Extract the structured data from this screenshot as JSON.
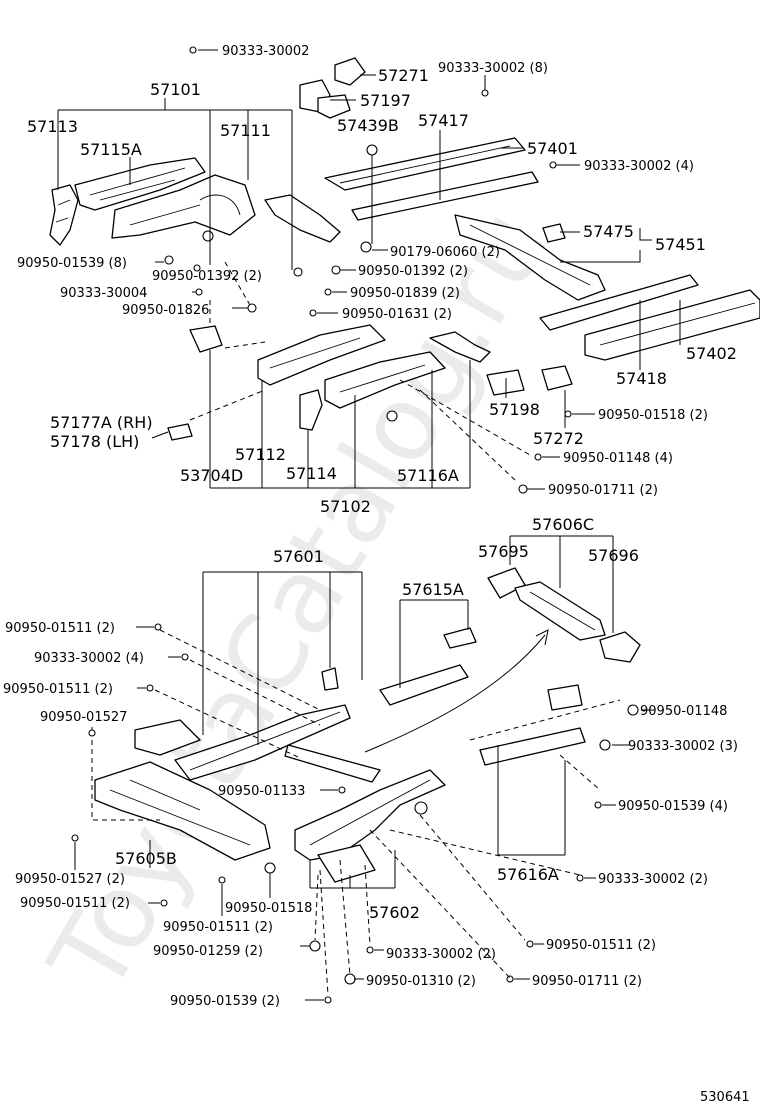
{
  "watermark": "ToyotaCatalog.ru",
  "diagram_id": "530641",
  "labels": {
    "p57101": "57101",
    "p57113": "57113",
    "p57115A": "57115A",
    "p57111": "57111",
    "f90333_30002_top": "90333-30002",
    "p57271": "57271",
    "p57197": "57197",
    "p57439B": "57439B",
    "f90333_30002_8": "90333-30002 (8)",
    "p57417": "57417",
    "p57401": "57401",
    "f90333_30002_4a": "90333-30002 (4)",
    "f90950_01539_8": "90950-01539 (8)",
    "f90950_01392_2a": "90950-01392 (2)",
    "f90333_30004": "90333-30004",
    "f90950_01826": "90950-01826",
    "f90179_06060_2": "90179-06060 (2)",
    "f90950_01392_2b": "90950-01392 (2)",
    "f90950_01839_2": "90950-01839 (2)",
    "f90950_01631_2": "90950-01631 (2)",
    "p57475": "57475",
    "p57451": "57451",
    "p57402": "57402",
    "p57418": "57418",
    "p57177A": "57177A (RH)",
    "p57178": "57178  (LH)",
    "p57112": "57112",
    "p53704D": "53704D",
    "p57114": "57114",
    "p57116A": "57116A",
    "p57102": "57102",
    "p57198": "57198",
    "f90950_01518_2": "90950-01518 (2)",
    "p57272": "57272",
    "f90950_01148_4": "90950-01148 (4)",
    "f90950_01711_2a": "90950-01711 (2)",
    "p57606C": "57606C",
    "p57695": "57695",
    "p57696": "57696",
    "p57601": "57601",
    "p57615A": "57615A",
    "f90950_01511_2a": "90950-01511 (2)",
    "f90333_30002_4b": "90333-30002 (4)",
    "f90950_01511_2b": "90950-01511 (2)",
    "f90950_01527": "90950-01527",
    "f90950_01148": "90950-01148",
    "f90333_30002_3": "90333-30002 (3)",
    "f90950_01133": "90950-01133",
    "f90950_01539_4": "90950-01539 (4)",
    "p57605B": "57605B",
    "f90950_01527_2": "90950-01527 (2)",
    "f90950_01511_2c": "90950-01511 (2)",
    "f90950_01518": "90950-01518",
    "f90950_01511_2d": "90950-01511 (2)",
    "p57616A": "57616A",
    "f90333_30002_2a": "90333-30002 (2)",
    "p57602": "57602",
    "f90950_01259_2": "90950-01259 (2)",
    "f90333_30002_2b": "90333-30002 (2)",
    "f90950_01511_2e": "90950-01511 (2)",
    "f90950_01310_2": "90950-01310 (2)",
    "f90950_01711_2b": "90950-01711 (2)",
    "f90950_01539_2": "90950-01539 (2)"
  }
}
